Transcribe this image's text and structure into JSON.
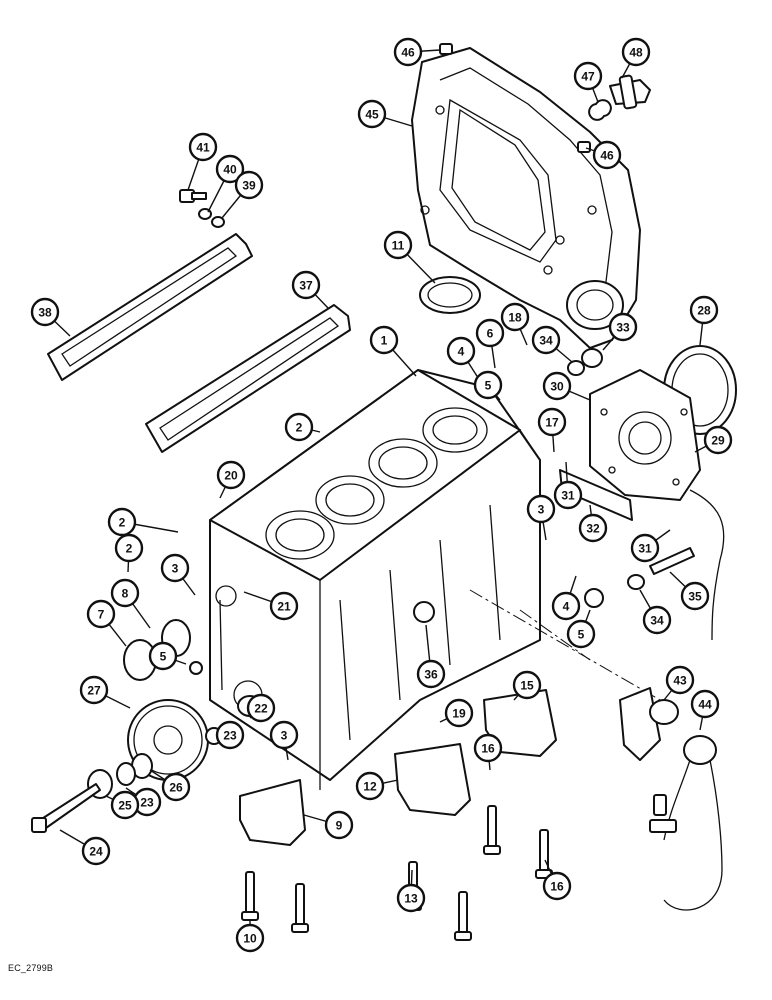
{
  "document_code": "EC_2799B",
  "callouts": [
    {
      "label": "46"
    },
    {
      "label": "48"
    },
    {
      "label": "47"
    },
    {
      "label": "45"
    },
    {
      "label": "46"
    },
    {
      "label": "41"
    },
    {
      "label": "40"
    },
    {
      "label": "39"
    },
    {
      "label": "11"
    },
    {
      "label": "38"
    },
    {
      "label": "37"
    },
    {
      "label": "28"
    },
    {
      "label": "1"
    },
    {
      "label": "4"
    },
    {
      "label": "6"
    },
    {
      "label": "18"
    },
    {
      "label": "34"
    },
    {
      "label": "33"
    },
    {
      "label": "5"
    },
    {
      "label": "30"
    },
    {
      "label": "2"
    },
    {
      "label": "17"
    },
    {
      "label": "29"
    },
    {
      "label": "20"
    },
    {
      "label": "31"
    },
    {
      "label": "3"
    },
    {
      "label": "32"
    },
    {
      "label": "2"
    },
    {
      "label": "31"
    },
    {
      "label": "2"
    },
    {
      "label": "3"
    },
    {
      "label": "8"
    },
    {
      "label": "21"
    },
    {
      "label": "4"
    },
    {
      "label": "34"
    },
    {
      "label": "35"
    },
    {
      "label": "7"
    },
    {
      "label": "5"
    },
    {
      "label": "5"
    },
    {
      "label": "36"
    },
    {
      "label": "43"
    },
    {
      "label": "15"
    },
    {
      "label": "27"
    },
    {
      "label": "22"
    },
    {
      "label": "23"
    },
    {
      "label": "19"
    },
    {
      "label": "44"
    },
    {
      "label": "3"
    },
    {
      "label": "16"
    },
    {
      "label": "26"
    },
    {
      "label": "23"
    },
    {
      "label": "25"
    },
    {
      "label": "12"
    },
    {
      "label": "9"
    },
    {
      "label": "24"
    },
    {
      "label": "13"
    },
    {
      "label": "16"
    },
    {
      "label": "10"
    }
  ]
}
